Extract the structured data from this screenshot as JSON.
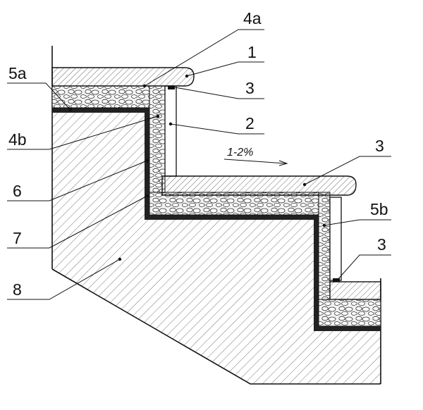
{
  "labels": {
    "l4a": "4a",
    "l1": "1",
    "l3a": "3",
    "l2": "2",
    "l3b": "3",
    "l5a": "5a",
    "l4b": "4b",
    "l6": "6",
    "l7": "7",
    "l8": "8",
    "l5b": "5b",
    "l3c": "3"
  },
  "slope": "1-2%"
}
